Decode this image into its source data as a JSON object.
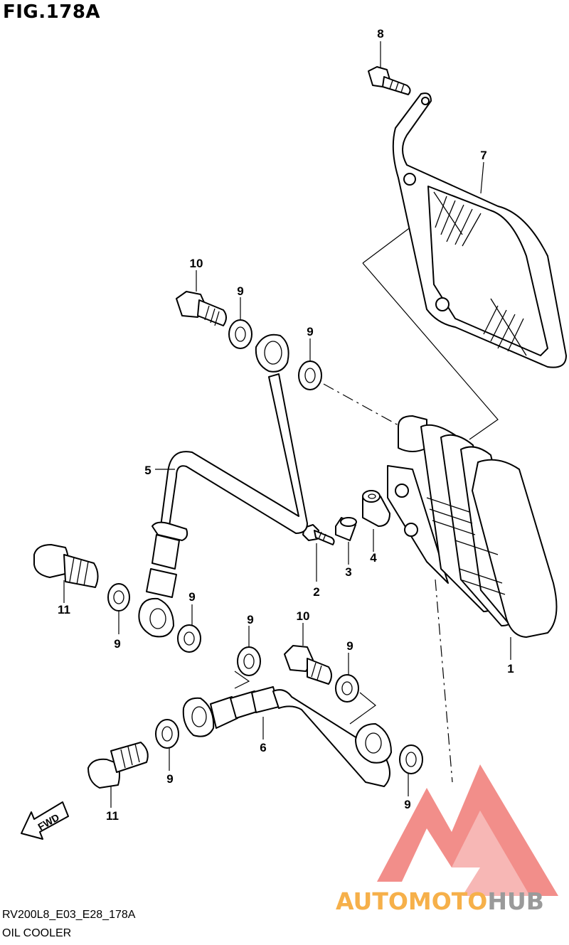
{
  "figure": {
    "title": "FIG.178A"
  },
  "callouts": {
    "c1": "1",
    "c2": "2",
    "c3": "3",
    "c4": "4",
    "c5": "5",
    "c6": "6",
    "c7": "7",
    "c8": "8",
    "c9": "9",
    "c10": "10",
    "c11": "11"
  },
  "direction": {
    "fwd": "FWD"
  },
  "footer": {
    "code": "RV200L8_E03_E28_178A",
    "name": "OIL COOLER"
  },
  "watermark": {
    "part1": "AUTOMOTO",
    "part2": "HUB",
    "color_primary": "#e8322a",
    "color_accent": "#f6b04a",
    "color_gray": "#9a9a9a"
  }
}
